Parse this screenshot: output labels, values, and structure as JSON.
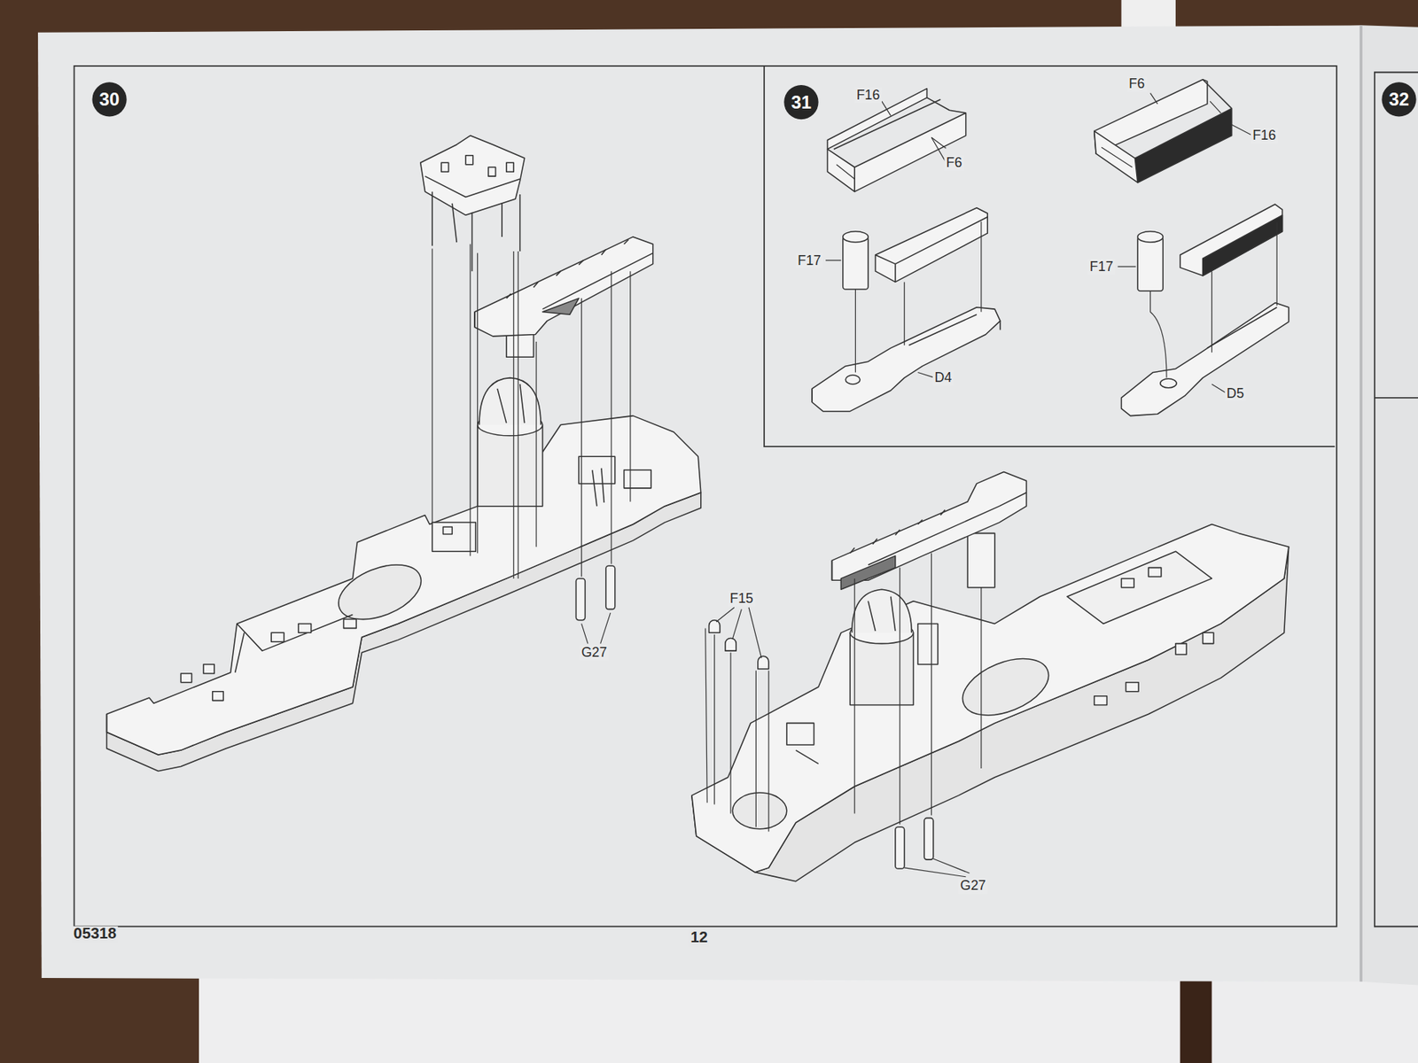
{
  "diagram": {
    "nodes": [
      {
        "text": [
          "30"
        ]
      },
      {
        "text": [
          "31"
        ]
      },
      {
        "text": [
          "32"
        ]
      }
    ],
    "labels": [
      "F16",
      "F6",
      "F6",
      "F16",
      "F17",
      "F17",
      "D4",
      "D5",
      "F15",
      "G27",
      "G27",
      "05318",
      "12"
    ]
  }
}
